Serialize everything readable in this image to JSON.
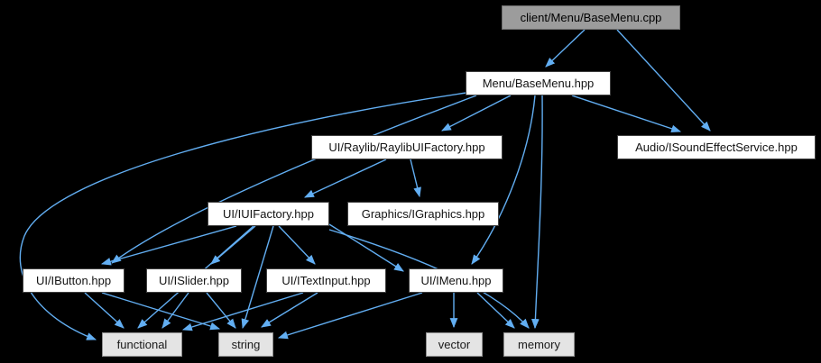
{
  "graph": {
    "edge_color": "#62aef2",
    "background": "#000000",
    "nodes": [
      {
        "id": "cpp",
        "label": "client/Menu/BaseMenu.cpp",
        "kind": "root"
      },
      {
        "id": "hpp",
        "label": "Menu/BaseMenu.hpp",
        "kind": "header"
      },
      {
        "id": "raylib",
        "label": "UI/Raylib/RaylibUIFactory.hpp",
        "kind": "header"
      },
      {
        "id": "sound",
        "label": "Audio/ISoundEffectService.hpp",
        "kind": "header"
      },
      {
        "id": "iuifactory",
        "label": "UI/IUIFactory.hpp",
        "kind": "header"
      },
      {
        "id": "igraphics",
        "label": "Graphics/IGraphics.hpp",
        "kind": "header"
      },
      {
        "id": "ibutton",
        "label": "UI/IButton.hpp",
        "kind": "header"
      },
      {
        "id": "islider",
        "label": "UI/ISlider.hpp",
        "kind": "header"
      },
      {
        "id": "itextinput",
        "label": "UI/ITextInput.hpp",
        "kind": "header"
      },
      {
        "id": "imenu",
        "label": "UI/IMenu.hpp",
        "kind": "header"
      },
      {
        "id": "functional",
        "label": "functional",
        "kind": "std"
      },
      {
        "id": "string",
        "label": "string",
        "kind": "std"
      },
      {
        "id": "vector",
        "label": "vector",
        "kind": "std"
      },
      {
        "id": "memory",
        "label": "memory",
        "kind": "std"
      }
    ],
    "edges": [
      {
        "from": "cpp",
        "to": "hpp"
      },
      {
        "from": "cpp",
        "to": "sound"
      },
      {
        "from": "hpp",
        "to": "raylib"
      },
      {
        "from": "hpp",
        "to": "sound"
      },
      {
        "from": "hpp",
        "to": "ibutton"
      },
      {
        "from": "hpp",
        "to": "functional"
      },
      {
        "from": "hpp",
        "to": "imenu"
      },
      {
        "from": "hpp",
        "to": "memory"
      },
      {
        "from": "raylib",
        "to": "iuifactory"
      },
      {
        "from": "raylib",
        "to": "igraphics"
      },
      {
        "from": "iuifactory",
        "to": "ibutton"
      },
      {
        "from": "iuifactory",
        "to": "islider"
      },
      {
        "from": "iuifactory",
        "to": "itextinput"
      },
      {
        "from": "iuifactory",
        "to": "imenu"
      },
      {
        "from": "iuifactory",
        "to": "functional"
      },
      {
        "from": "iuifactory",
        "to": "string"
      },
      {
        "from": "iuifactory",
        "to": "memory"
      },
      {
        "from": "ibutton",
        "to": "functional"
      },
      {
        "from": "ibutton",
        "to": "string"
      },
      {
        "from": "islider",
        "to": "functional"
      },
      {
        "from": "islider",
        "to": "string"
      },
      {
        "from": "itextinput",
        "to": "functional"
      },
      {
        "from": "itextinput",
        "to": "string"
      },
      {
        "from": "imenu",
        "to": "string"
      },
      {
        "from": "imenu",
        "to": "vector"
      },
      {
        "from": "imenu",
        "to": "memory"
      }
    ]
  }
}
